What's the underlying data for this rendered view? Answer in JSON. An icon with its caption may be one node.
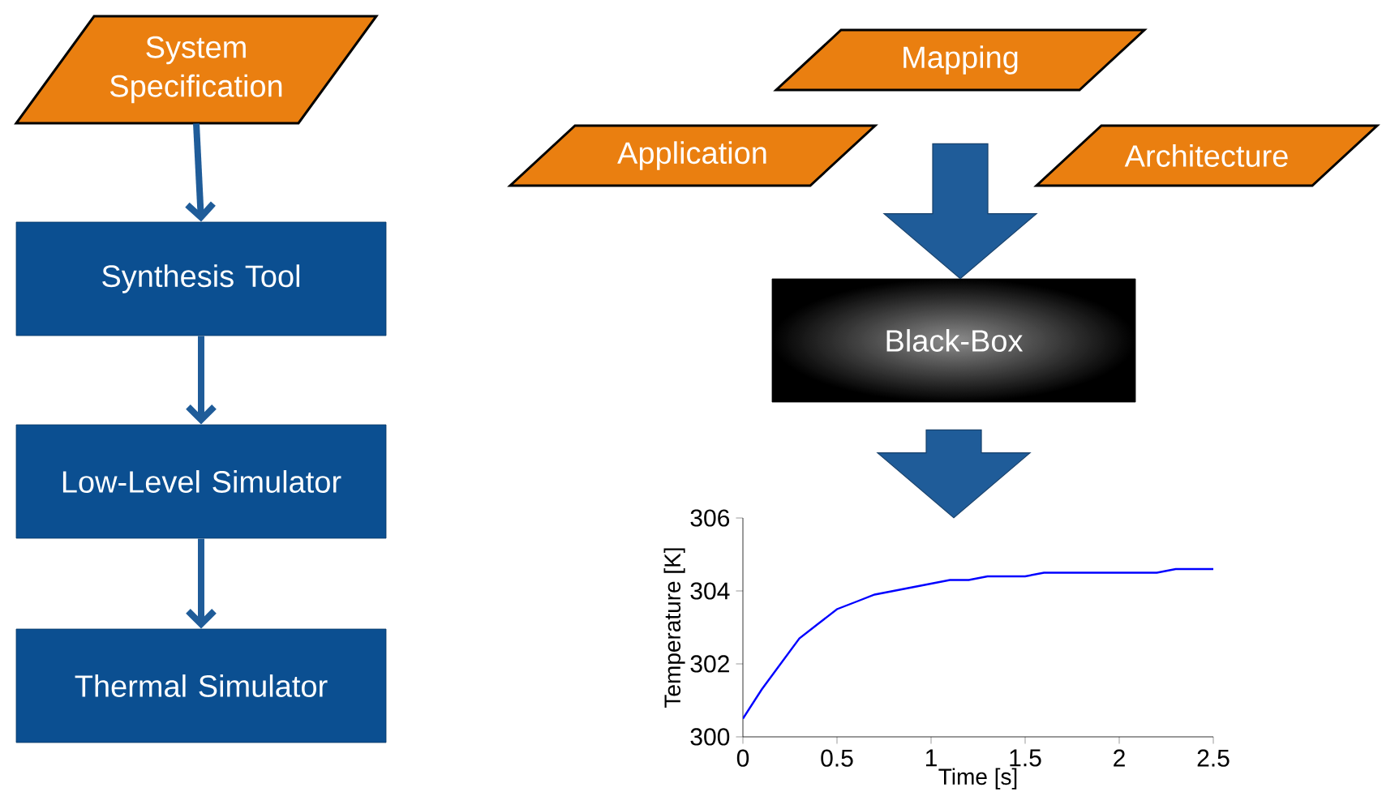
{
  "diagram": {
    "nodes": [
      {
        "text": [
          "System Specification"
        ]
      },
      {
        "text": [
          "Synthesis Tool"
        ]
      },
      {
        "text": [
          "Low-Level Simulator"
        ]
      },
      {
        "text": [
          "Thermal Simulator"
        ]
      },
      {
        "text": [
          "Mapping"
        ]
      },
      {
        "text": [
          "Application"
        ]
      },
      {
        "text": [
          "Architecture"
        ]
      },
      {
        "text": [
          "Black-Box"
        ]
      },
      {
        "text": [],
        "shape": "chart"
      }
    ],
    "edges": [
      {
        "from": 0,
        "to": 1,
        "arrow": "to"
      },
      {
        "from": 1,
        "to": 2,
        "arrow": "to"
      },
      {
        "from": 2,
        "to": 3,
        "arrow": "to"
      },
      {
        "from": 4,
        "to": 7,
        "arrow": "to",
        "style": "thick"
      },
      {
        "from": 7,
        "to": 8,
        "arrow": "to",
        "style": "thick"
      }
    ],
    "chart_data": {
      "type": "line",
      "xlabel": "Time [s]",
      "ylabel": "Temperature [K]",
      "x": [
        0,
        0.1,
        0.2,
        0.3,
        0.4,
        0.5,
        0.6,
        0.7,
        0.8,
        0.9,
        1.0,
        1.1,
        1.2,
        1.3,
        1.4,
        1.5,
        1.6,
        1.7,
        1.8,
        1.9,
        2.0,
        2.1,
        2.2,
        2.3,
        2.4,
        2.5
      ],
      "series": [
        {
          "color": "#0000ff",
          "values": [
            300.5,
            301.3,
            302.0,
            302.7,
            303.1,
            303.5,
            303.7,
            303.9,
            304.0,
            304.1,
            304.2,
            304.3,
            304.3,
            304.4,
            304.4,
            304.4,
            304.5,
            304.5,
            304.5,
            304.5,
            304.5,
            304.5,
            304.5,
            304.6,
            304.6,
            304.6
          ]
        }
      ],
      "xlim": [
        0,
        2.5
      ],
      "ylim": [
        300,
        306
      ],
      "xticks": [
        0,
        0.5,
        1,
        1.5,
        2,
        2.5
      ],
      "yticks": [
        300,
        302,
        304,
        306
      ]
    }
  }
}
